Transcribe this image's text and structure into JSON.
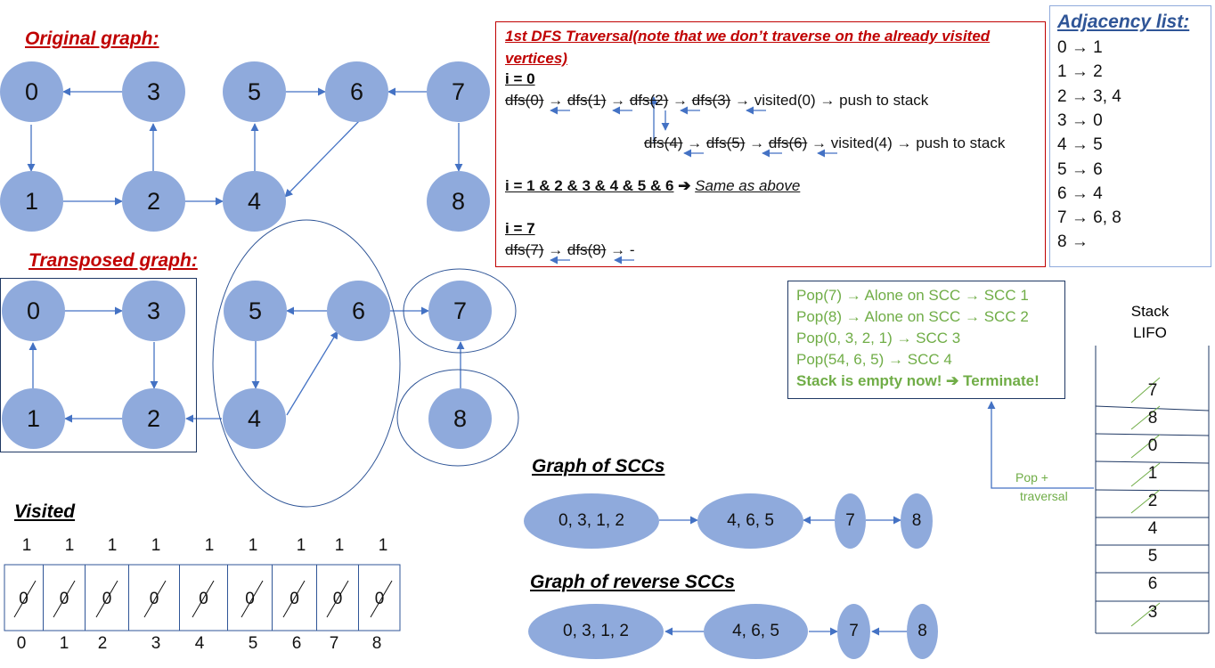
{
  "titles": {
    "original": "Original graph:",
    "transposed": "Transposed graph:",
    "visited": "Visited",
    "scc_graph": "Graph of SCCs",
    "reverse_scc_graph": "Graph of  reverse SCCs",
    "adjacency": "Adjacency list:"
  },
  "original_nodes": [
    "0",
    "3",
    "5",
    "6",
    "7",
    "1",
    "2",
    "4",
    "8"
  ],
  "transposed_nodes": [
    "0",
    "3",
    "5",
    "6",
    "7",
    "1",
    "2",
    "4",
    "8"
  ],
  "dfs": {
    "title_line1": "1st DFS Traversal(note that we don’t traverse on the already visited",
    "title_line2": "vertices)",
    "i0": "i = 0",
    "row1": {
      "a": "dfs(0)",
      "b": "dfs(1)",
      "c": "dfs(2)",
      "d": "dfs(3)",
      "e": "visited(0)",
      "f": "push to stack"
    },
    "row2": {
      "a": "dfs(4)",
      "b": "dfs(5)",
      "c": "dfs(6)",
      "d": "visited(4)",
      "e": "push to stack"
    },
    "i1_bold": "i = 1 & 2 & 3 & 4 & 5 & 6",
    "i1_rest": "Same as above",
    "i7": "i = 7",
    "row3": {
      "a": "dfs(7)",
      "b": "dfs(8)",
      "c": "-"
    }
  },
  "adjacency_list": [
    {
      "from": "0",
      "to": "1"
    },
    {
      "from": "1",
      "to": "2"
    },
    {
      "from": "2",
      "to": "3, 4"
    },
    {
      "from": "3",
      "to": "0"
    },
    {
      "from": "4",
      "to": "5"
    },
    {
      "from": "5",
      "to": "6"
    },
    {
      "from": "6",
      "to": "4"
    },
    {
      "from": "7",
      "to": "6, 8"
    },
    {
      "from": "8",
      "to": ""
    }
  ],
  "pop_steps": [
    "Pop(7) → Alone on SCC → SCC 1",
    "Pop(8) → Alone on SCC → SCC 2",
    "Pop(0, 3, 2, 1) → SCC 3",
    "Pop(54, 6, 5) → SCC 4"
  ],
  "pop_final_a": "Stack is empty now!",
  "pop_final_b": "Terminate!",
  "stack_title_1": "Stack",
  "stack_title_2": "LIFO",
  "stack_items": [
    "7",
    "8",
    "0",
    "1",
    "2",
    "4",
    "5",
    "6",
    "3"
  ],
  "pop_traversal_1": "Pop +",
  "pop_traversal_2": "traversal",
  "visited_top": [
    "1",
    "1",
    "1",
    "1",
    "1",
    "1",
    "1",
    "1",
    "1"
  ],
  "visited_cells": [
    "0",
    "0",
    "0",
    "0",
    "0",
    "0",
    "0",
    "0",
    "0"
  ],
  "visited_index": [
    "0",
    "1",
    "2",
    "3",
    "4",
    "5",
    "6",
    "7",
    "8"
  ],
  "scc_nodes": [
    "0, 3, 1, 2",
    "4, 6, 5",
    "7",
    "8"
  ],
  "reverse_scc_nodes": [
    "0, 3, 1, 2",
    "4, 6, 5",
    "7",
    "8"
  ]
}
